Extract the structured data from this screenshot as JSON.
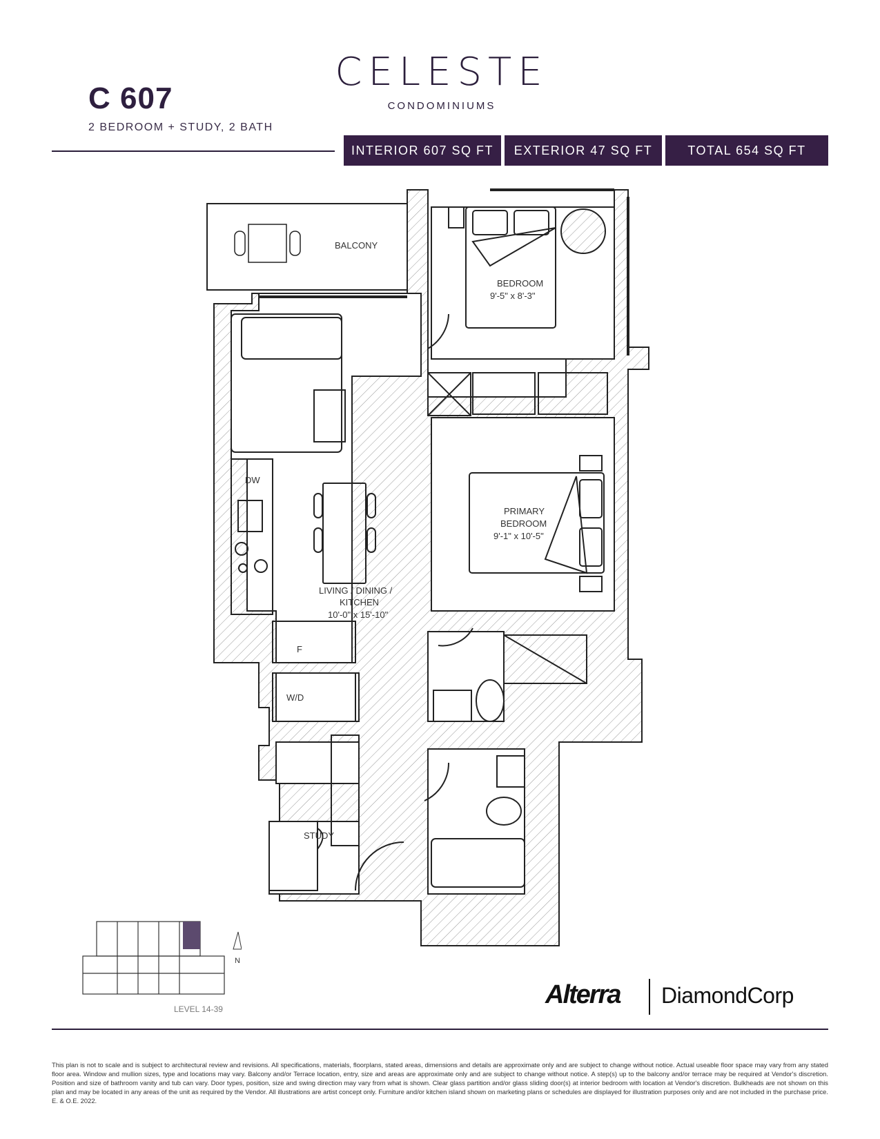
{
  "brand": {
    "name": "CELESTE",
    "subtitle": "CONDOMINIUMS"
  },
  "unit": {
    "name": "C 607",
    "type": "2 BEDROOM + STUDY, 2 BATH"
  },
  "areas": {
    "interior": "INTERIOR 607 SQ FT",
    "exterior": "EXTERIOR 47 SQ FT",
    "total": "TOTAL 654 SQ FT"
  },
  "rooms": {
    "balcony": "BALCONY",
    "bedroom": {
      "name": "BEDROOM",
      "size": "9'-5\" x 8'-3\""
    },
    "primary_bedroom": {
      "line1": "PRIMARY",
      "line2": "BEDROOM",
      "size": "9'-1\" x 10'-5\""
    },
    "living": {
      "line1": "LIVING / DINING /",
      "line2": "KITCHEN",
      "size": "10'-0\" x 15'-10\""
    },
    "study": "STUDY",
    "dw": "DW",
    "fridge": "F",
    "washer_dryer": "W/D"
  },
  "keyplan": {
    "level": "LEVEL 14-39",
    "north": "N"
  },
  "logos": {
    "developer1": "Alterra",
    "developer2": "DiamondCorp"
  },
  "colors": {
    "brand_purple": "#361f45",
    "highlight_unit": "#5c4a6e"
  },
  "disclaimer": "This plan is not to scale and is subject to architectural review and revisions. All specifications, materials, floorplans, stated areas, dimensions and details are approximate only and are subject to change without notice. Actual useable floor space may vary from any stated floor area. Window and mullion sizes, type and locations may vary. Balcony and/or Terrace location, entry, size and areas are approximate only and are subject to change without notice. A step(s) up to the balcony and/or terrace may be required at Vendor's discretion. Position and size of bathroom vanity and tub can vary. Door types, position, size and swing direction may vary from what is shown. Clear glass partition and/or glass sliding door(s) at interior bedroom with location at Vendor's discretion. Bulkheads are not shown on this plan and may be located in any areas of the unit as required by the Vendor. All illustrations are artist concept only. Furniture and/or kitchen island shown on marketing plans or schedules are displayed for illustration purposes only and are not included in the purchase price. E. & O.E. 2022."
}
